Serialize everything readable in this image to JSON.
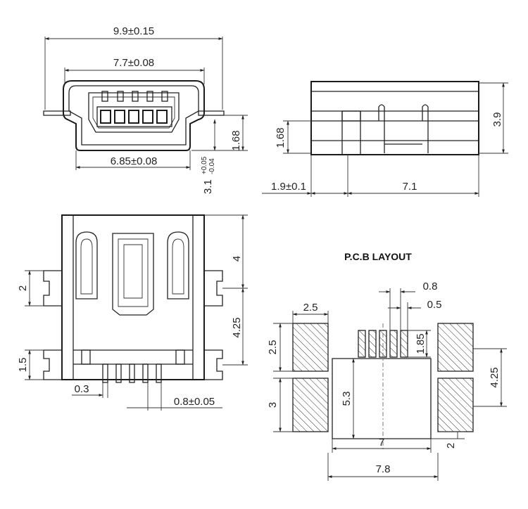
{
  "front_view": {
    "overall_width": "9.9±0.15",
    "inner_width": "7.7±0.08",
    "base_width": "6.85±0.08",
    "side_height": "1.68",
    "total_height_main": "3.1",
    "total_height_tol_plus": "+0.05",
    "total_height_tol_minus": "-0.04"
  },
  "side_view": {
    "height": "3.9",
    "mount_height": "1.68",
    "offset": "1.9±0.1",
    "length": "7.1"
  },
  "top_view": {
    "upper_length": "4",
    "lower_length": "4.25",
    "tab_width_upper": "2",
    "tab_width_lower": "1.5",
    "pin_width": "0.3",
    "pin_pitch": "0.8±0.05"
  },
  "pcb_layout": {
    "title": "P.C.B LAYOUT",
    "pitch": "0.8",
    "pad_width": "0.5",
    "pad_length": "1.85",
    "big_pad_width": "2.5",
    "big_pad_height": "2.5",
    "lower_pad_height": "3",
    "center_height": "5.3",
    "right_spacing": "4.25",
    "inner_width": "7",
    "outer_width": "7.8",
    "corner_gap": "2"
  }
}
